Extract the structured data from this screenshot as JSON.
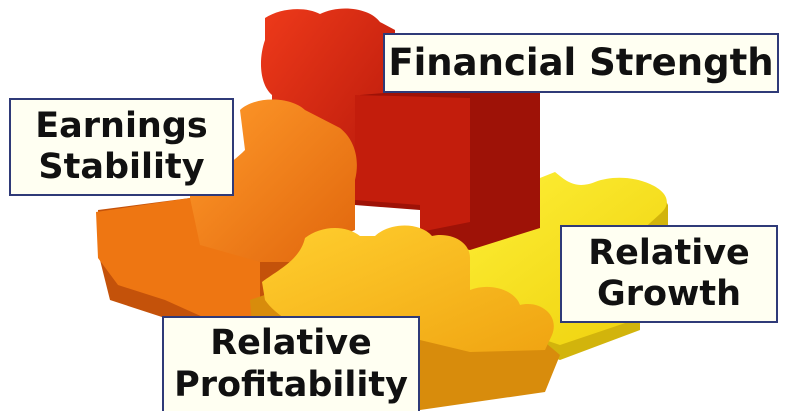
{
  "diagram": {
    "pieces": [
      {
        "id": "financial",
        "color": "#d8260e",
        "shade": "#9e1207",
        "label_lines": [
          "Financial Strength"
        ]
      },
      {
        "id": "earnings",
        "color": "#f57f16",
        "shade": "#c4520a",
        "label_lines": [
          "Earnings",
          "Stability"
        ]
      },
      {
        "id": "growth",
        "color": "#f6e617",
        "shade": "#d2b40c",
        "label_lines": [
          "Relative",
          "Growth"
        ]
      },
      {
        "id": "profitability",
        "color": "#f9b91b",
        "shade": "#d88c0c",
        "label_lines": [
          "Relative",
          "Profitability"
        ]
      }
    ],
    "labels": {
      "financial": {
        "line1": "Financial Strength"
      },
      "earnings": {
        "line1": "Earnings",
        "line2": "Stability"
      },
      "growth": {
        "line1": "Relative",
        "line2": "Growth"
      },
      "profitability": {
        "line1": "Relative",
        "line2": "Profitability"
      }
    },
    "colors": {
      "label_background": "#fffff2",
      "label_border": "#2f3a78",
      "label_text": "#111111"
    }
  }
}
